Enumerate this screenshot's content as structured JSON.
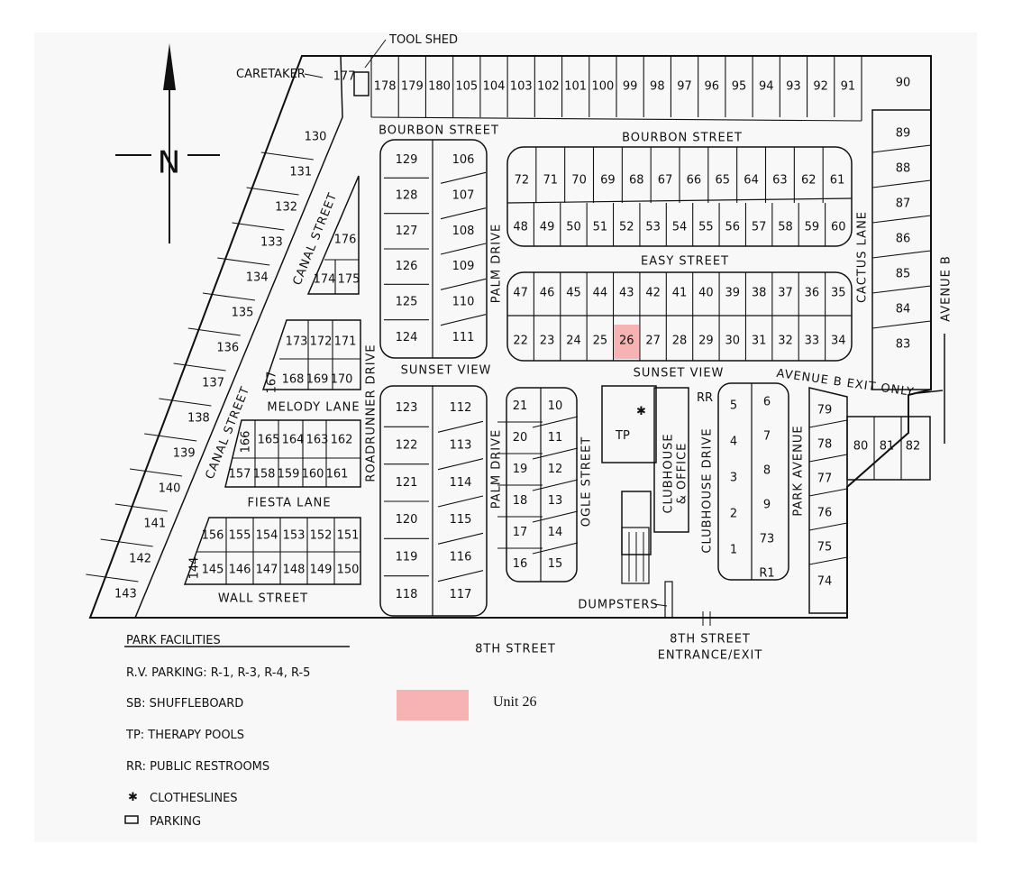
{
  "north_label": "N",
  "landmarks": {
    "tool_shed": "TOOL SHED",
    "caretaker": "CARETAKER",
    "dumpsters": "DUMPSTERS",
    "tp": "TP",
    "rr": "RR",
    "clubhouse": "CLUBHOUSE",
    "office": "& OFFICE",
    "avenue_b_exit": "AVENUE B EXIT ONLY",
    "entrance_line1": "8TH STREET",
    "entrance_line2": "ENTRANCE/EXIT"
  },
  "streets": {
    "bourbon_left": "BOURBON STREET",
    "bourbon_right": "BOURBON STREET",
    "easy": "EASY STREET",
    "sunset_left": "SUNSET VIEW",
    "sunset_right": "SUNSET VIEW",
    "melody": "MELODY LANE",
    "fiesta": "FIESTA LANE",
    "wall": "WALL STREET",
    "eighth": "8TH STREET",
    "canal_upper": "CANAL STREET",
    "canal_lower": "CANAL STREET",
    "roadrunner": "ROADRUNNER DRIVE",
    "palm_upper": "PALM DRIVE",
    "palm_lower": "PALM DRIVE",
    "ogle": "OGLE STREET",
    "clubhouse_drive": "CLUBHOUSE DRIVE",
    "park_avenue": "PARK AVENUE",
    "cactus": "CACTUS LANE",
    "avenue_b": "AVENUE B"
  },
  "legend": {
    "title": "PARK FACILITIES",
    "items": [
      "R.V. PARKING: R-1, R-3, R-4, R-5",
      "SB:  SHUFFLEBOARD",
      "TP: THERAPY POOLS",
      "RR: PUBLIC RESTROOMS",
      "CLOTHESLINES",
      "PARKING"
    ]
  },
  "highlight": {
    "unit": "26",
    "label": "Unit 26",
    "color": "#f7b3b3"
  },
  "lots": {
    "top_row": [
      "178",
      "179",
      "180",
      "105",
      "104",
      "103",
      "102",
      "101",
      "100",
      "99",
      "98",
      "97",
      "96",
      "95",
      "94",
      "93",
      "92",
      "91"
    ],
    "corner": "90",
    "caretaker_lot": "177",
    "east_column": [
      "89",
      "88",
      "87",
      "86",
      "85",
      "84",
      "83"
    ],
    "bourbon_block_top": [
      "72",
      "71",
      "70",
      "69",
      "68",
      "67",
      "66",
      "65",
      "64",
      "63",
      "62",
      "61"
    ],
    "bourbon_block_bottom": [
      "48",
      "49",
      "50",
      "51",
      "52",
      "53",
      "54",
      "55",
      "56",
      "57",
      "58",
      "59",
      "60"
    ],
    "easy_block_top": [
      "47",
      "46",
      "45",
      "44",
      "43",
      "42",
      "41",
      "40",
      "39",
      "38",
      "37",
      "36",
      "35"
    ],
    "easy_block_bottom": [
      "22",
      "23",
      "24",
      "25",
      "26",
      "27",
      "28",
      "29",
      "30",
      "31",
      "32",
      "33",
      "34"
    ],
    "palm_block_left": [
      "129",
      "128",
      "127",
      "126",
      "125",
      "124"
    ],
    "palm_block_right": [
      "106",
      "107",
      "108",
      "109",
      "110",
      "111"
    ],
    "road_block_left": [
      "123",
      "122",
      "121",
      "120",
      "119",
      "118"
    ],
    "road_block_right": [
      "112",
      "113",
      "114",
      "115",
      "116",
      "117"
    ],
    "ogle_block_left": [
      "21",
      "20",
      "19",
      "18",
      "17",
      "16"
    ],
    "ogle_block_right": [
      "10",
      "11",
      "12",
      "13",
      "14",
      "15"
    ],
    "club_block_left": [
      "5",
      "4",
      "3",
      "2",
      "1"
    ],
    "club_block_right": [
      "6",
      "7",
      "8",
      "9",
      "73",
      "R1"
    ],
    "park_east": [
      "79",
      "78",
      "77",
      "76",
      "75",
      "74"
    ],
    "south_east": [
      "80",
      "81",
      "82"
    ],
    "canal_west": [
      "130",
      "131",
      "132",
      "133",
      "134",
      "135",
      "136",
      "137",
      "138",
      "139",
      "140",
      "141",
      "142",
      "143"
    ],
    "canal_small": [
      "176",
      "174",
      "175"
    ],
    "melody_top": [
      "173",
      "172",
      "171"
    ],
    "melody_bottom": [
      "167",
      "168",
      "169",
      "170"
    ],
    "fiesta_top": [
      "166",
      "165",
      "164",
      "163",
      "162"
    ],
    "fiesta_bottom": [
      "157",
      "158",
      "159",
      "160",
      "161"
    ],
    "wall_top": [
      "156",
      "155",
      "154",
      "153",
      "152",
      "151"
    ],
    "wall_bottom": [
      "144",
      "145",
      "146",
      "147",
      "148",
      "149",
      "150"
    ]
  }
}
